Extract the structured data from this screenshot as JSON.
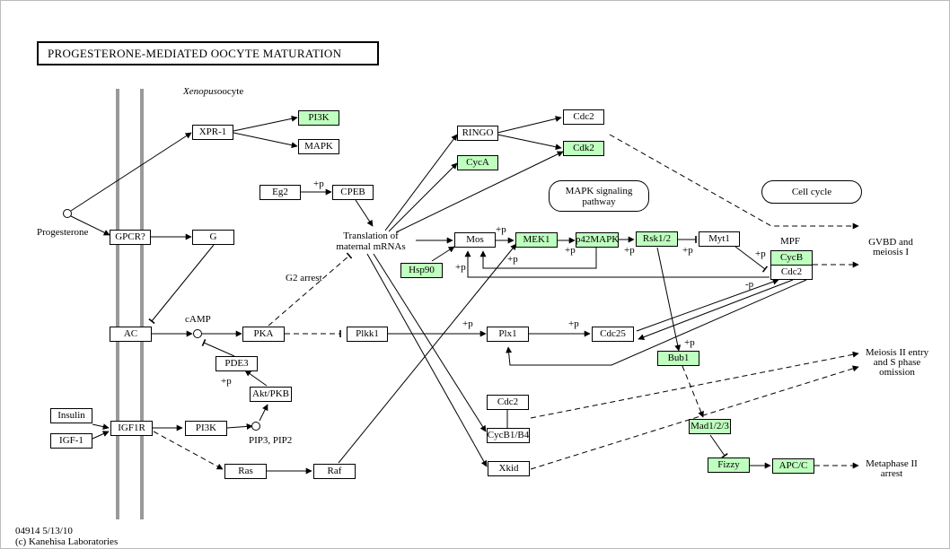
{
  "title": "PROGESTERONE-MEDIATED  OOCYTE  MATURATION",
  "organism_label": "Xenopus",
  "organism_suffix": "oocyte",
  "colors": {
    "gene_fill": "#bfffbf",
    "membrane": "#999999",
    "line": "#000000"
  },
  "nodes": {
    "xpr1": "XPR-1",
    "pi3k_top": "PI3K",
    "mapk_top": "MAPK",
    "gpcr": "GPCR?",
    "g": "G",
    "eg2": "Eg2",
    "cpeb": "CPEB",
    "ringo": "RINGO",
    "cdc2_top": "Cdc2",
    "cdk2": "Cdk2",
    "cyca": "CycA",
    "mos": "Mos",
    "mek1": "MEK1",
    "p42mapk": "p42MAPK",
    "rsk12": "Rsk1/2",
    "myt1": "Myt1",
    "cycb": "CycB",
    "cdc2_mpf": "Cdc2",
    "hsp90": "Hsp90",
    "ac": "AC",
    "pka": "PKA",
    "plkk1": "Plkk1",
    "plx1": "Plx1",
    "cdc25": "Cdc25",
    "pde3": "PDE3",
    "akt": "Akt/PKB",
    "bub1": "Bub1",
    "insulin": "Insulin",
    "igf1": "IGF-1",
    "igf1r": "IGF1R",
    "pi3k_bot": "PI3K",
    "cdc2_mid": "Cdc2",
    "cycb14": "CycB1/B4",
    "mad1": "Mad1/2/3",
    "ras": "Ras",
    "raf": "Raf",
    "xkid": "Xkid",
    "fizzy": "Fizzy",
    "apcc": "APC/C"
  },
  "maps": {
    "mapk": "MAPK signaling pathway",
    "cellcycle": "Cell cycle"
  },
  "labels": {
    "progesterone": "Progesterone",
    "translation_1": "Translation of",
    "translation_2": "maternal mRNAs",
    "g2_arrest": "G2 arrest",
    "camp": "cAMP",
    "pip3": "PIP3, PIP2",
    "mpf": "MPF",
    "gvbd_1": "GVBD and",
    "gvbd_2": "meiosis I",
    "meiosis2_1": "Meiosis II entry",
    "meiosis2_2": "and S phase",
    "meiosis2_3": "omission",
    "metaphase_1": "Metaphase II",
    "metaphase_2": "arrest",
    "p_eg2": "+p",
    "p_mos": "+p",
    "p_mek": "+p",
    "p_mek_b": "+p",
    "p_p42": "+p",
    "p_rsk": "+p",
    "p_mpf": "+p",
    "p_mosback": "+p",
    "m_cdc2": "-p",
    "p_plx": "+p",
    "p_cdc25": "+p",
    "p_pde": "+p",
    "p_bub": "+p",
    "footer_id": "04914 5/13/10",
    "footer_copy": "(c) Kanehisa Laboratories"
  }
}
